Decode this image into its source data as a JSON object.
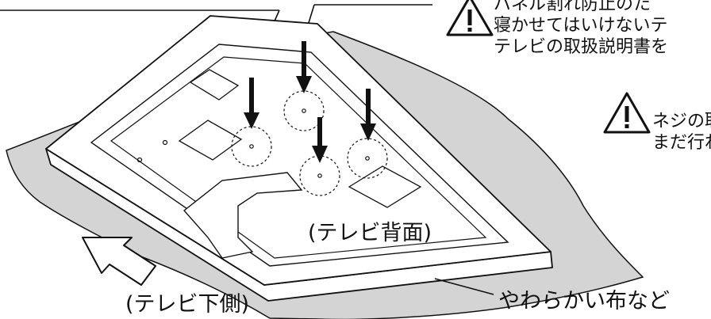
{
  "warning_1": {
    "icon": "warning-triangle-icon",
    "lines": [
      "パネル割れ防止のた",
      "寝かせてはいけないテ",
      "テレビの取扱説明書を"
    ]
  },
  "warning_2": {
    "icon": "warning-triangle-icon",
    "lines": [
      "ネジの取",
      "まだ行わ"
    ]
  },
  "labels": {
    "tv_back": "(テレビ背面)",
    "tv_bottom": "(テレビ下側)",
    "soft_cloth": "やわらかい布など"
  },
  "colors": {
    "cloth": "#d4d4d4",
    "line": "#111111",
    "panel": "#ffffff"
  }
}
